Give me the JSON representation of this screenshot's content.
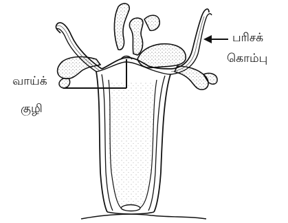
{
  "labels": {
    "tentacle": {
      "line1": "பரிசக்",
      "line2": "கொம்பு"
    },
    "mouth": {
      "line1": "வாய்க்",
      "line2": "குழி"
    }
  },
  "colors": {
    "ink": "#111111",
    "stipple": "#6a6a6a",
    "background": "#ffffff"
  }
}
